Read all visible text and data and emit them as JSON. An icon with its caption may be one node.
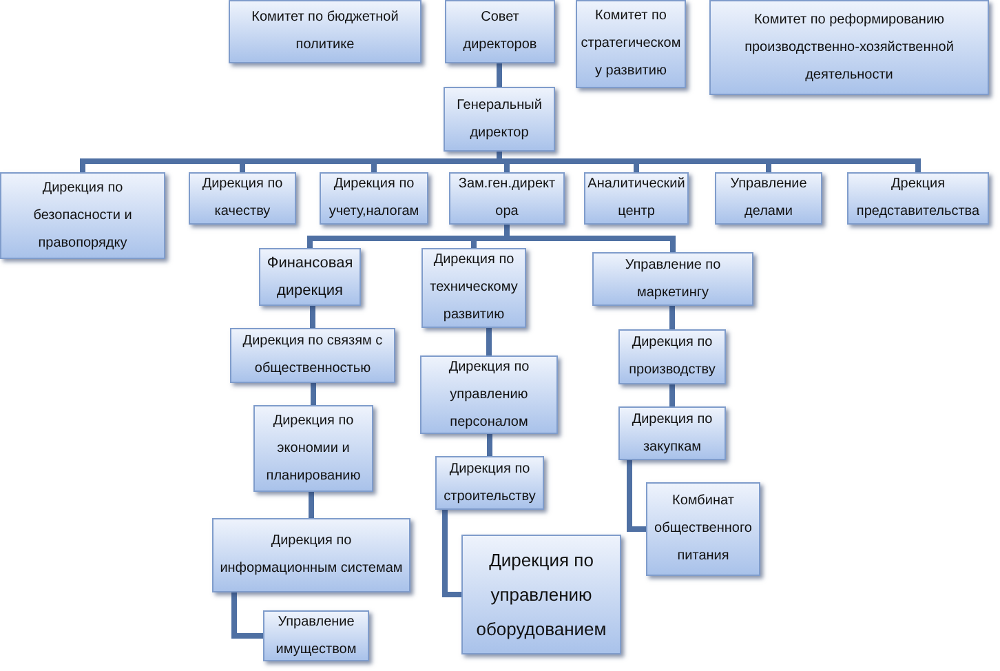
{
  "diagram": {
    "nodes": [
      {
        "text": [
          "Комитет по бюджетной политике"
        ]
      },
      {
        "text": [
          "Совет директоров"
        ]
      },
      {
        "text": [
          "Комитет по стратегическом у развитию"
        ]
      },
      {
        "text": [
          "Комитет по реформированию производственно-хозяйственной деятельности"
        ]
      },
      {
        "text": [
          "Генеральный директор"
        ]
      },
      {
        "text": [
          "Дирекция по безопасности и правопорядку"
        ]
      },
      {
        "text": [
          "Дирекция по качеству"
        ]
      },
      {
        "text": [
          "Дирекция по учету,налогам"
        ]
      },
      {
        "text": [
          "Зам.ген.директ ора"
        ]
      },
      {
        "text": [
          "Аналитический центр"
        ]
      },
      {
        "text": [
          "Управление делами"
        ]
      },
      {
        "text": [
          "Дрекция представительства"
        ]
      },
      {
        "text": [
          "Финансовая дирекция"
        ]
      },
      {
        "text": [
          "Дирекция по техническому развитию"
        ]
      },
      {
        "text": [
          "Управление по маркетингу"
        ]
      },
      {
        "text": [
          "Дирекция по связям с общественностью"
        ]
      },
      {
        "text": [
          "Дирекция по управлению персоналом"
        ]
      },
      {
        "text": [
          "Дирекция по производству"
        ]
      },
      {
        "text": [
          "Дирекция по экономии и планированию"
        ]
      },
      {
        "text": [
          "Дирекция по строительству"
        ]
      },
      {
        "text": [
          "Дирекция по закупкам"
        ]
      },
      {
        "text": [
          "Дирекция по информационным системам"
        ]
      },
      {
        "text": [
          "Дирекция по управлению оборудованием"
        ]
      },
      {
        "text": [
          "Комбинат общественного питания"
        ]
      },
      {
        "text": [
          "Управление имуществом"
        ]
      }
    ],
    "edges": [
      {
        "from": 1,
        "to": 4,
        "arrow": "none"
      },
      {
        "from": 4,
        "to": 5,
        "arrow": "none"
      },
      {
        "from": 4,
        "to": 6,
        "arrow": "none"
      },
      {
        "from": 4,
        "to": 7,
        "arrow": "none"
      },
      {
        "from": 4,
        "to": 8,
        "arrow": "none"
      },
      {
        "from": 4,
        "to": 9,
        "arrow": "none"
      },
      {
        "from": 4,
        "to": 10,
        "arrow": "none"
      },
      {
        "from": 4,
        "to": 11,
        "arrow": "none"
      },
      {
        "from": 8,
        "to": 12,
        "arrow": "none"
      },
      {
        "from": 8,
        "to": 13,
        "arrow": "none"
      },
      {
        "from": 8,
        "to": 14,
        "arrow": "none"
      },
      {
        "from": 12,
        "to": 15,
        "arrow": "none"
      },
      {
        "from": 15,
        "to": 18,
        "arrow": "none"
      },
      {
        "from": 18,
        "to": 21,
        "arrow": "none"
      },
      {
        "from": 21,
        "to": 24,
        "arrow": "none"
      },
      {
        "from": 13,
        "to": 16,
        "arrow": "none"
      },
      {
        "from": 16,
        "to": 19,
        "arrow": "none"
      },
      {
        "from": 19,
        "to": 22,
        "arrow": "none"
      },
      {
        "from": 14,
        "to": 17,
        "arrow": "none"
      },
      {
        "from": 17,
        "to": 20,
        "arrow": "none"
      },
      {
        "from": 20,
        "to": 23,
        "arrow": "none"
      }
    ]
  }
}
